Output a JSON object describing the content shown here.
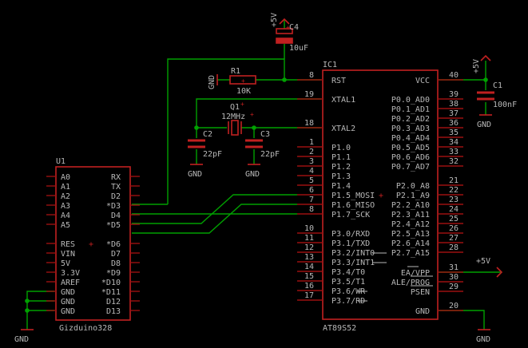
{
  "ic1": {
    "name": "IC1",
    "part": "AT89S52",
    "left_pins": [
      {
        "num": "8",
        "label": "RST"
      },
      {
        "num": "19",
        "label": "XTAL1"
      },
      {
        "num": "18",
        "label": "XTAL2"
      },
      {
        "num": "1",
        "label": "P1.0"
      },
      {
        "num": "2",
        "label": "P1.1"
      },
      {
        "num": "3",
        "label": "P1.2"
      },
      {
        "num": "4",
        "label": "P1.3"
      },
      {
        "num": "5",
        "label": "P1.4"
      },
      {
        "num": "6",
        "label": "P1.5_MOSI"
      },
      {
        "num": "7",
        "label": "P1.6_MISO"
      },
      {
        "num": "8",
        "label": "P1.7_SCK"
      },
      {
        "num": "10",
        "label": "P3.0/RXD"
      },
      {
        "num": "11",
        "label": "P3.1/TXD"
      },
      {
        "num": "12",
        "label": "P3.2/INT0"
      },
      {
        "num": "13",
        "label": "P3.3/INT1"
      },
      {
        "num": "14",
        "label": "P3.4/T0"
      },
      {
        "num": "15",
        "label": "P3.5/T1"
      },
      {
        "num": "16",
        "label": "P3.6/WR"
      },
      {
        "num": "17",
        "label": "P3.7/RD"
      }
    ],
    "right_pins": [
      {
        "num": "40",
        "label": "VCC"
      },
      {
        "num": "39",
        "label": "P0.0_AD0"
      },
      {
        "num": "38",
        "label": "P0.1_AD1"
      },
      {
        "num": "37",
        "label": "P0.2_AD2"
      },
      {
        "num": "36",
        "label": "P0.3_AD3"
      },
      {
        "num": "35",
        "label": "P0.4_AD4"
      },
      {
        "num": "34",
        "label": "P0.5_AD5"
      },
      {
        "num": "33",
        "label": "P0.6_AD6"
      },
      {
        "num": "32",
        "label": "P0.7_AD7"
      },
      {
        "num": "21",
        "label": "P2.0_A8"
      },
      {
        "num": "22",
        "label": "P2.1_A9"
      },
      {
        "num": "23",
        "label": "P2.2_A10"
      },
      {
        "num": "24",
        "label": "P2.3_A11"
      },
      {
        "num": "25",
        "label": "P2.4_A12"
      },
      {
        "num": "26",
        "label": "P2.5_A13"
      },
      {
        "num": "27",
        "label": "P2.6_A14"
      },
      {
        "num": "28",
        "label": "P2.7_A15"
      },
      {
        "num": "31",
        "label": "EA/VPP"
      },
      {
        "num": "30",
        "label": "ALE/PROG"
      },
      {
        "num": "29",
        "label": "PSEN"
      },
      {
        "num": "20",
        "label": "GND"
      }
    ]
  },
  "u1": {
    "name": "U1",
    "part": "Gizduino328",
    "left_pins": [
      "A0",
      "A1",
      "A2",
      "A3",
      "A4",
      "A5",
      "RES",
      "VIN",
      "5V",
      "3.3V",
      "AREF",
      "GND",
      "GND",
      "GND"
    ],
    "right_pins": [
      "RX",
      "TX",
      "D2",
      "*D3",
      "D4",
      "*D5",
      "*D6",
      "D7",
      "D8",
      "*D9",
      "*D10",
      "*D11",
      "D12",
      "D13"
    ]
  },
  "parts": {
    "r1_name": "R1",
    "r1_value": "10K",
    "c1_name": "C1",
    "c1_value": "100nF",
    "c2_name": "C2",
    "c2_value": "22pF",
    "c3_name": "C3",
    "c3_value": "22pF",
    "c4_name": "C4",
    "c4_value": "10uF",
    "q1_name": "Q1",
    "q1_value": "12MHz"
  },
  "power": {
    "vcc_c4": "+5V",
    "vcc_c1": "+5V",
    "vcc_ea": "+5V",
    "gnd_r1": "GND",
    "gnd_c1": "GND",
    "gnd_c2": "GND",
    "gnd_c3": "GND",
    "gnd_ic1": "GND",
    "gnd_u1": "GND"
  },
  "colors": {
    "wire": "#00a000",
    "pin": "#9a1010",
    "symbol": "#c02020",
    "text": "#b8b8b8",
    "background": "#000000"
  }
}
